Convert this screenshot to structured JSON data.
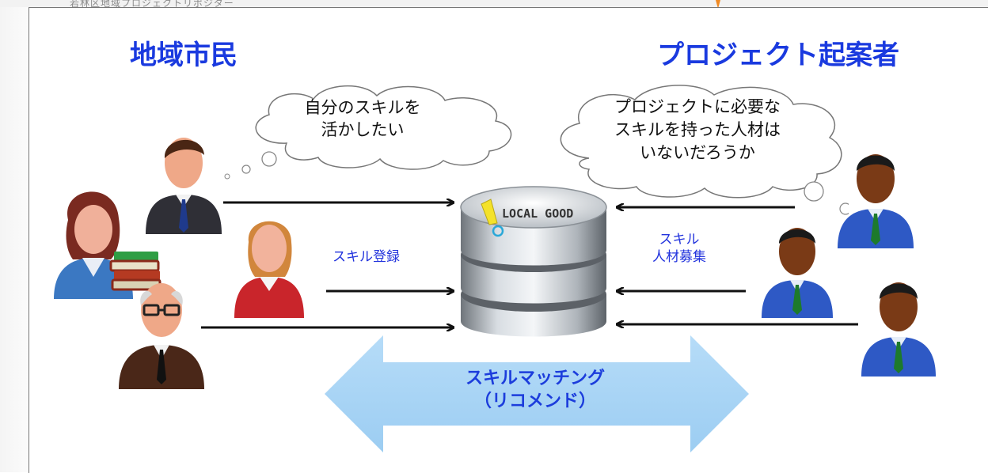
{
  "background": {
    "top_text": "若林区地域プロジェクトリポジター"
  },
  "titles": {
    "left": "地域市民",
    "right": "プロジェクト起案者"
  },
  "thoughts": {
    "left": [
      "自分のスキルを",
      "活かしたい"
    ],
    "right": [
      "プロジェクトに必要な",
      "スキルを持った人材は",
      "いないだろうか"
    ]
  },
  "labels": {
    "skill_register": "スキル登録",
    "skill_recruit": [
      "スキル",
      "人材募集"
    ]
  },
  "database": {
    "logo_text": "LOCAL GOOD"
  },
  "matching": {
    "line1": "スキルマッチング",
    "line2": "（リコメンド）"
  },
  "colors": {
    "title": "#1a3adf",
    "label": "#2233dd",
    "arrow_band": "#a9d4f5",
    "citizen_suit": "#2f2f36",
    "proposer_suit": "#2e59c5"
  },
  "icons": {
    "left_people": [
      "woman-with-books-icon",
      "businessman-icon",
      "woman-red-sweater-icon",
      "elderly-man-glasses-icon"
    ],
    "right_people": [
      "businessman-blue-icon",
      "businessman-blue-icon",
      "businessman-blue-icon",
      "businessman-blue-icon"
    ],
    "center": "database-icon"
  }
}
